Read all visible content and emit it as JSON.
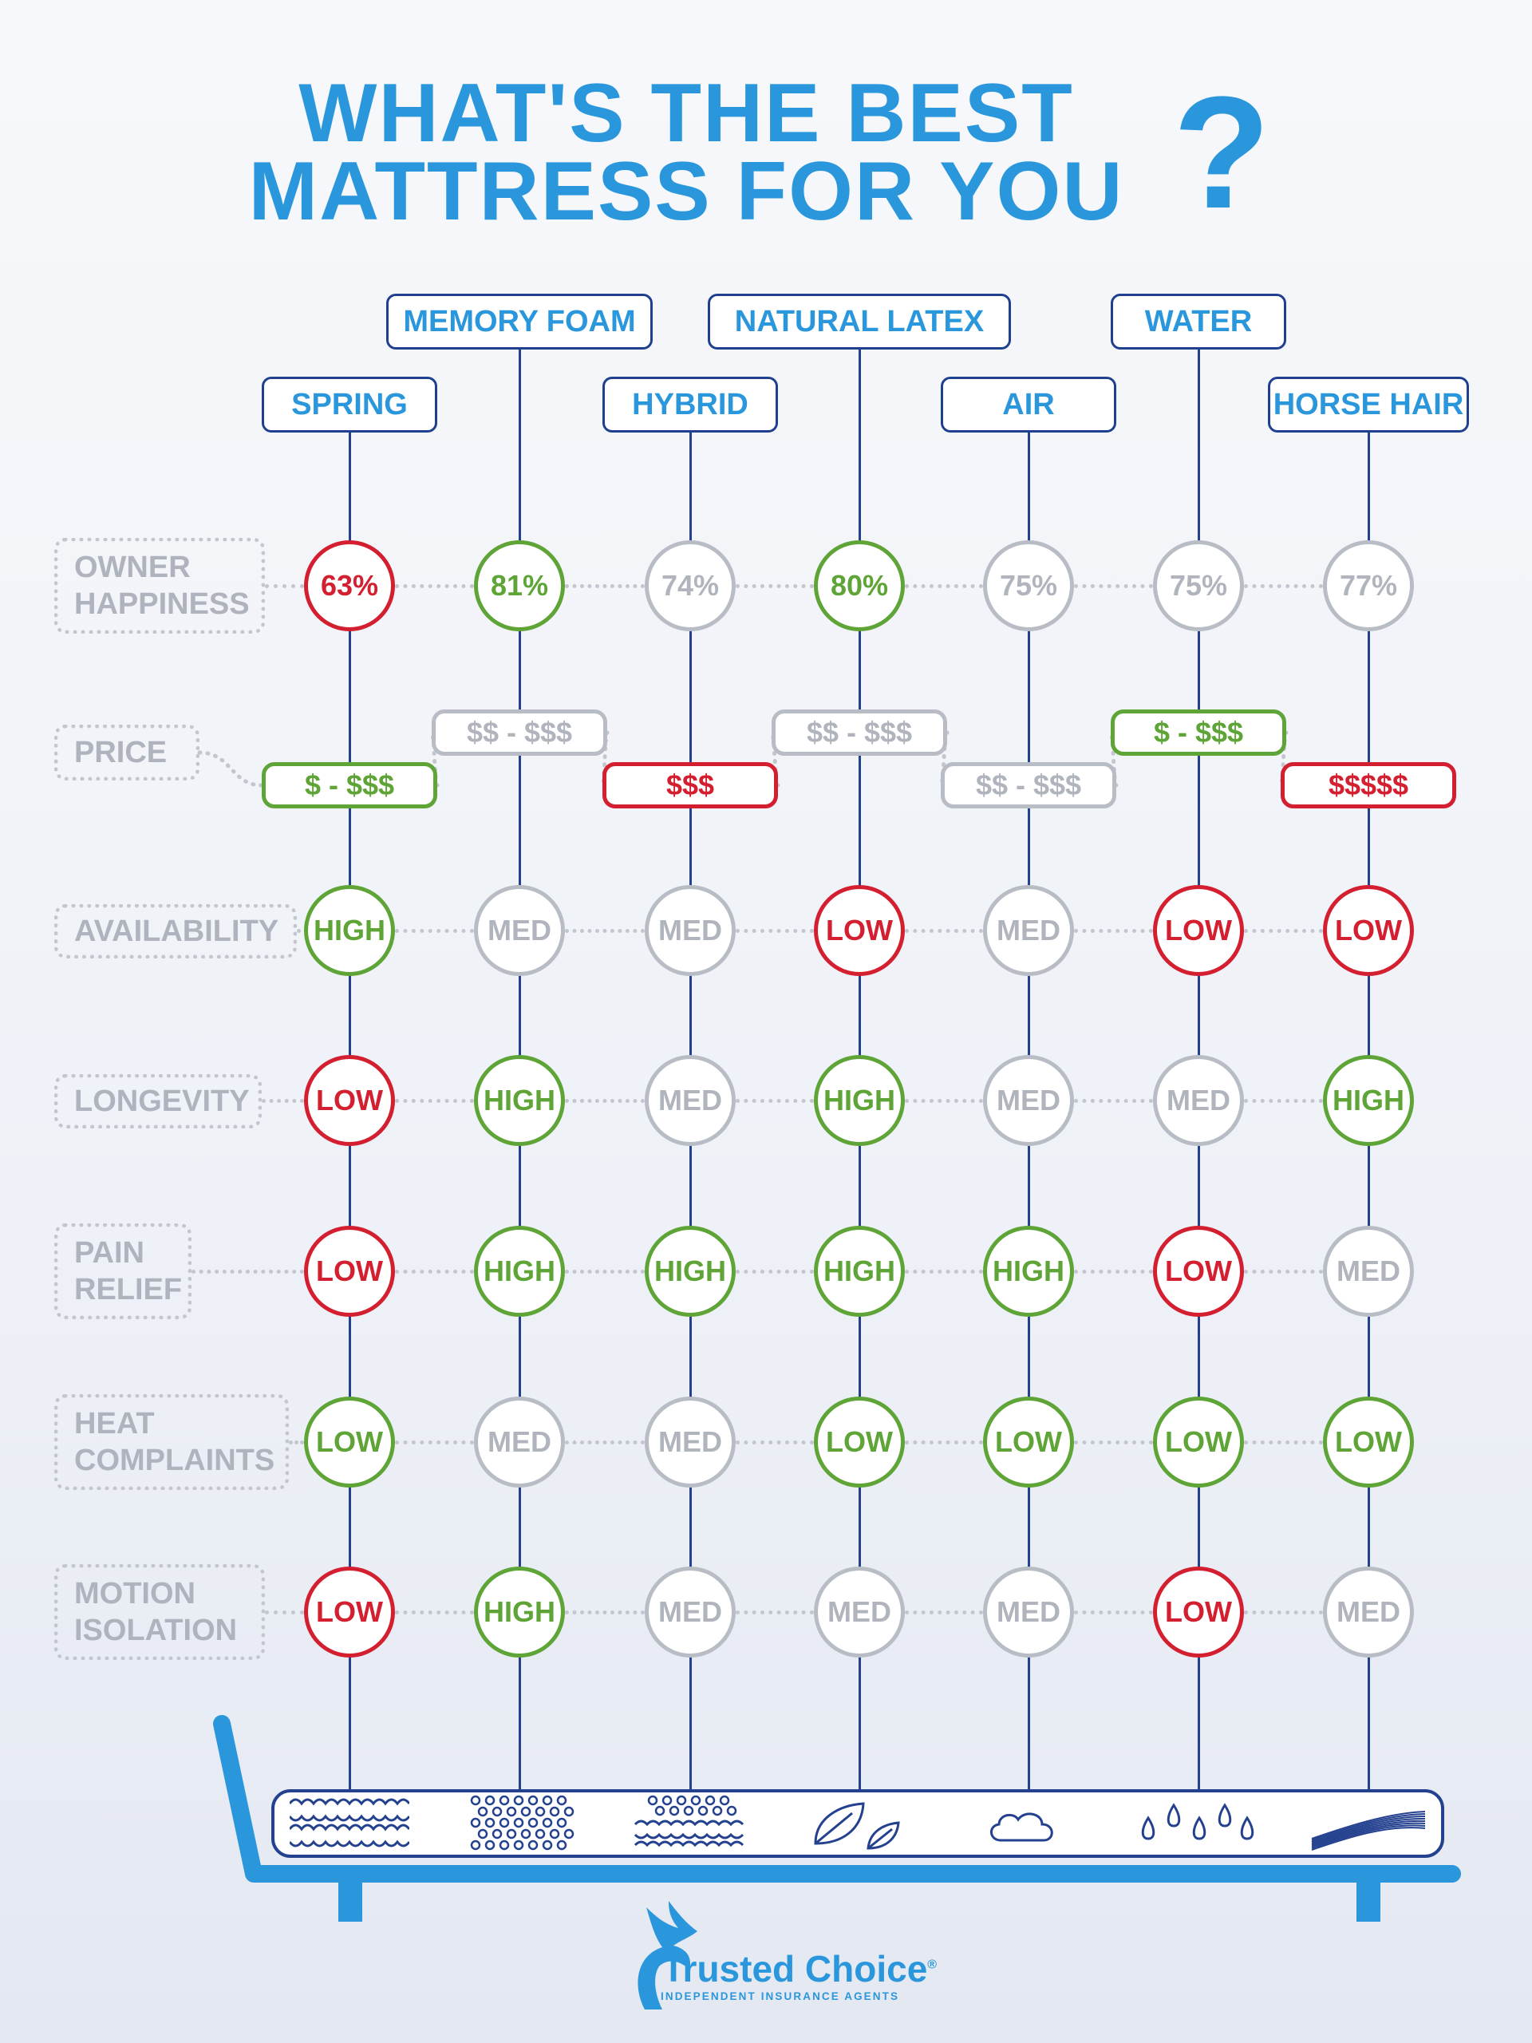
{
  "title": {
    "line1": "WHAT'S THE BEST",
    "line2": "MATTRESS FOR YOU",
    "mark": "?"
  },
  "colors": {
    "brand_blue": "#2a97dc",
    "line_navy": "#24418f",
    "good": "#5fa437",
    "bad": "#d31f2f",
    "neutral": "#b0b4bd"
  },
  "columns": [
    {
      "name": "SPRING",
      "icon": "coil-springs-icon"
    },
    {
      "name": "MEMORY FOAM",
      "icon": "foam-dots-icon"
    },
    {
      "name": "HYBRID",
      "icon": "foam-springs-icon"
    },
    {
      "name": "NATURAL LATEX",
      "icon": "leaves-icon"
    },
    {
      "name": "AIR",
      "icon": "cloud-icon"
    },
    {
      "name": "WATER",
      "icon": "water-drops-icon"
    },
    {
      "name": "HORSE HAIR",
      "icon": "hair-strands-icon"
    }
  ],
  "rows": [
    {
      "label": [
        "OWNER",
        "HAPPINESS"
      ],
      "type": "circle",
      "cells": [
        {
          "text": "63%",
          "tone": "red"
        },
        {
          "text": "81%",
          "tone": "green"
        },
        {
          "text": "74%",
          "tone": "gray"
        },
        {
          "text": "80%",
          "tone": "green"
        },
        {
          "text": "75%",
          "tone": "gray"
        },
        {
          "text": "75%",
          "tone": "gray"
        },
        {
          "text": "77%",
          "tone": "gray"
        }
      ]
    },
    {
      "label": [
        "PRICE"
      ],
      "type": "pill",
      "cells": [
        {
          "text": "$ - $$$",
          "tone": "green"
        },
        {
          "text": "$$ - $$$",
          "tone": "gray"
        },
        {
          "text": "$$$",
          "tone": "red"
        },
        {
          "text": "$$ - $$$",
          "tone": "gray"
        },
        {
          "text": "$$ - $$$",
          "tone": "gray"
        },
        {
          "text": "$ - $$$",
          "tone": "green"
        },
        {
          "text": "$$$$$",
          "tone": "red"
        }
      ]
    },
    {
      "label": [
        "AVAILABILITY"
      ],
      "type": "circle",
      "cells": [
        {
          "text": "HIGH",
          "tone": "green"
        },
        {
          "text": "MED",
          "tone": "gray"
        },
        {
          "text": "MED",
          "tone": "gray"
        },
        {
          "text": "LOW",
          "tone": "red"
        },
        {
          "text": "MED",
          "tone": "gray"
        },
        {
          "text": "LOW",
          "tone": "red"
        },
        {
          "text": "LOW",
          "tone": "red"
        }
      ]
    },
    {
      "label": [
        "LONGEVITY"
      ],
      "type": "circle",
      "cells": [
        {
          "text": "LOW",
          "tone": "red"
        },
        {
          "text": "HIGH",
          "tone": "green"
        },
        {
          "text": "MED",
          "tone": "gray"
        },
        {
          "text": "HIGH",
          "tone": "green"
        },
        {
          "text": "MED",
          "tone": "gray"
        },
        {
          "text": "MED",
          "tone": "gray"
        },
        {
          "text": "HIGH",
          "tone": "green"
        }
      ]
    },
    {
      "label": [
        "PAIN",
        "RELIEF"
      ],
      "type": "circle",
      "cells": [
        {
          "text": "LOW",
          "tone": "red"
        },
        {
          "text": "HIGH",
          "tone": "green"
        },
        {
          "text": "HIGH",
          "tone": "green"
        },
        {
          "text": "HIGH",
          "tone": "green"
        },
        {
          "text": "HIGH",
          "tone": "green"
        },
        {
          "text": "LOW",
          "tone": "red"
        },
        {
          "text": "MED",
          "tone": "gray"
        }
      ]
    },
    {
      "label": [
        "HEAT",
        "COMPLAINTS"
      ],
      "type": "circle",
      "cells": [
        {
          "text": "LOW",
          "tone": "green"
        },
        {
          "text": "MED",
          "tone": "gray"
        },
        {
          "text": "MED",
          "tone": "gray"
        },
        {
          "text": "LOW",
          "tone": "green"
        },
        {
          "text": "LOW",
          "tone": "green"
        },
        {
          "text": "LOW",
          "tone": "green"
        },
        {
          "text": "LOW",
          "tone": "green"
        }
      ]
    },
    {
      "label": [
        "MOTION",
        "ISOLATION"
      ],
      "type": "circle",
      "cells": [
        {
          "text": "LOW",
          "tone": "red"
        },
        {
          "text": "HIGH",
          "tone": "green"
        },
        {
          "text": "MED",
          "tone": "gray"
        },
        {
          "text": "MED",
          "tone": "gray"
        },
        {
          "text": "MED",
          "tone": "gray"
        },
        {
          "text": "LOW",
          "tone": "red"
        },
        {
          "text": "MED",
          "tone": "gray"
        }
      ]
    }
  ],
  "logo": {
    "name": "Trusted Choice",
    "mark": "®",
    "tagline": "INDEPENDENT INSURANCE AGENTS"
  }
}
